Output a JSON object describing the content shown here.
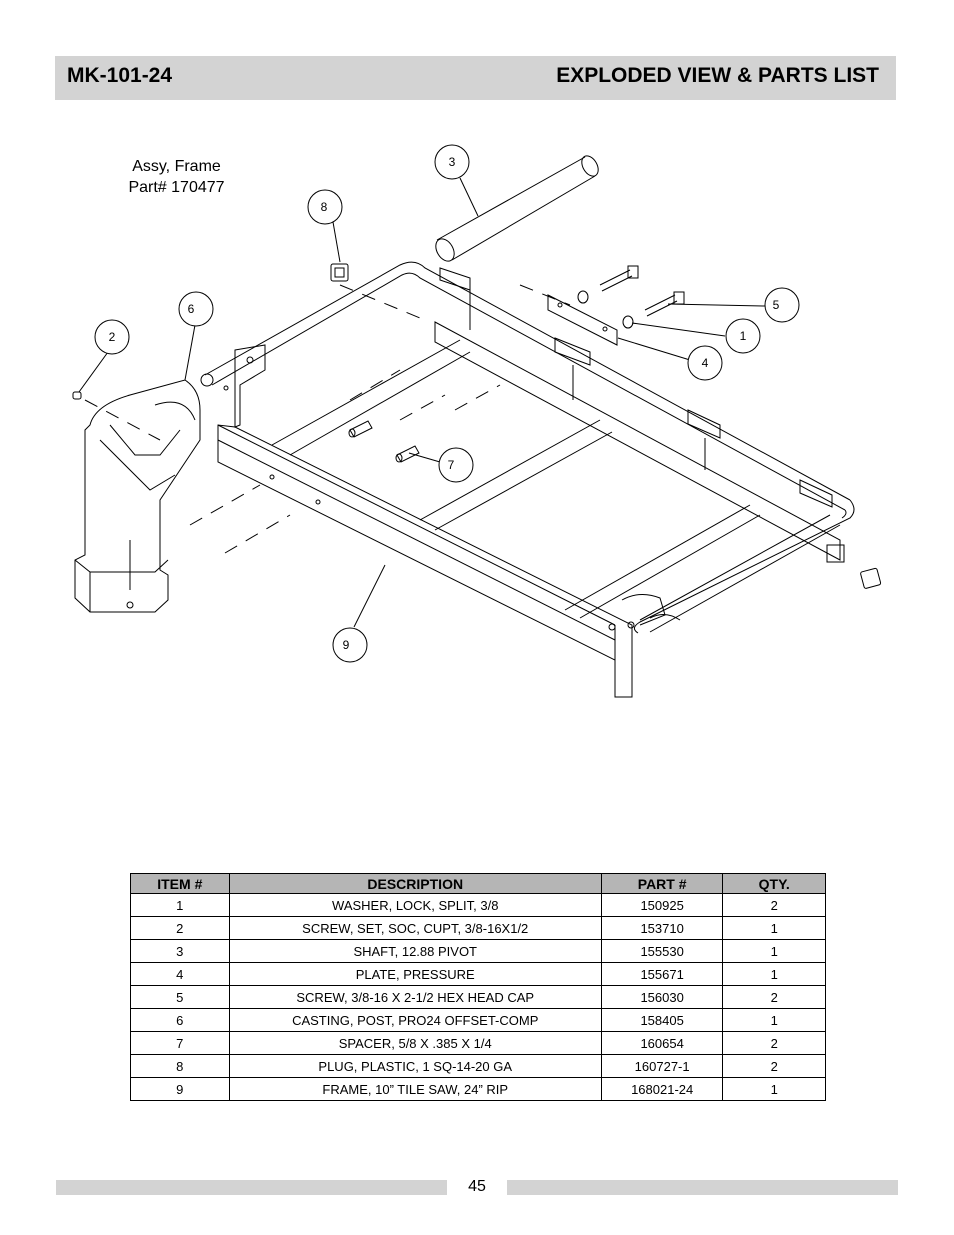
{
  "header": {
    "model": "MK-101-24",
    "title": "EXPLODED VIEW & PARTS LIST"
  },
  "assembly": {
    "name": "Assy, Frame",
    "part": "Part# 170477"
  },
  "balloons": [
    "1",
    "2",
    "3",
    "4",
    "5",
    "6",
    "7",
    "8",
    "9"
  ],
  "table": {
    "headers": [
      "ITEM #",
      "DESCRIPTION",
      "PART #",
      "QTY."
    ],
    "rows": [
      [
        "1",
        "WASHER, LOCK, SPLIT, 3/8",
        "150925",
        "2"
      ],
      [
        "2",
        "SCREW, SET, SOC, CUPT, 3/8-16X1/2",
        "153710",
        "1"
      ],
      [
        "3",
        "SHAFT, 12.88 PIVOT",
        "155530",
        "1"
      ],
      [
        "4",
        "PLATE, PRESSURE",
        "155671",
        "1"
      ],
      [
        "5",
        "SCREW, 3/8-16 X 2-1/2 HEX HEAD CAP",
        "156030",
        "2"
      ],
      [
        "6",
        "CASTING, POST, PRO24 OFFSET-COMP",
        "158405",
        "1"
      ],
      [
        "7",
        "SPACER, 5/8 X .385 X 1/4",
        "160654",
        "2"
      ],
      [
        "8",
        "PLUG, PLASTIC, 1 SQ-14-20 GA",
        "160727-1",
        "2"
      ],
      [
        "9",
        "FRAME, 10” TILE SAW, 24” RIP",
        "168021-24",
        "1"
      ]
    ]
  },
  "footer": {
    "page_number": "45"
  }
}
